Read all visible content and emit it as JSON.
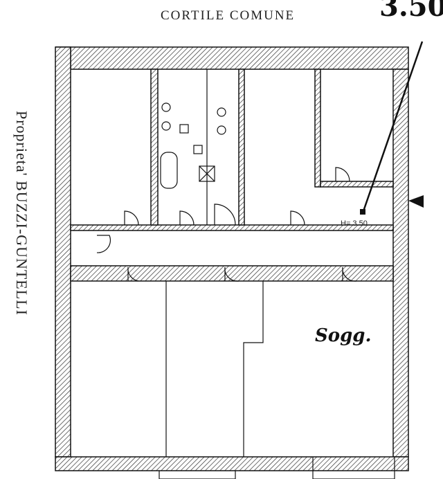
{
  "plan": {
    "courtyard_label": "CORTILE COMUNE",
    "handwritten_height": "3.50",
    "ceiling_height_label": "H= 3.50",
    "room_label": "Sogg.",
    "neighbour_label": "Proprieta' BUZZI-GUNTELLI"
  },
  "colors": {
    "ink": "#111111",
    "paper": "#ffffff"
  }
}
